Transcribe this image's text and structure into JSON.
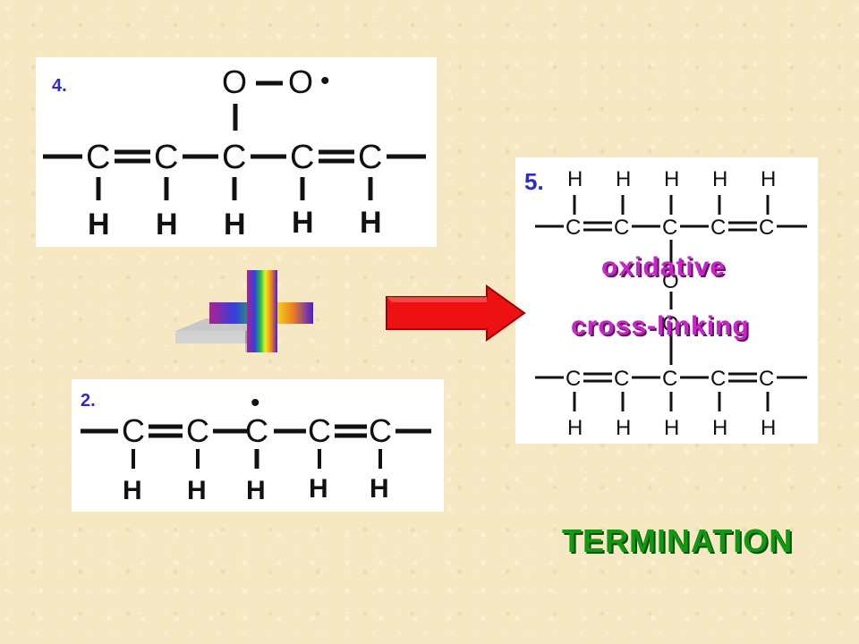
{
  "molecule_4": {
    "number": "4.",
    "carbons": [
      "C",
      "C",
      "C",
      "C",
      "C"
    ],
    "hydrogens": [
      "H",
      "H",
      "H",
      "H",
      "H"
    ],
    "oxygens": [
      "O",
      "O"
    ],
    "radical": "•"
  },
  "molecule_2": {
    "number": "2.",
    "carbons": [
      "C",
      "C",
      "C",
      "C",
      "C"
    ],
    "hydrogens": [
      "H",
      "H",
      "H",
      "H",
      "H"
    ],
    "radical": "•"
  },
  "molecule_5": {
    "number": "5.",
    "top_hydrogens": [
      "H",
      "H",
      "H",
      "H",
      "H"
    ],
    "top_carbons": [
      "C",
      "C",
      "C",
      "C",
      "C"
    ],
    "bridge": [
      "O",
      "O"
    ],
    "bottom_carbons": [
      "C",
      "C",
      "C",
      "C",
      "C"
    ],
    "bottom_hydrogens": [
      "H",
      "H",
      "H",
      "H",
      "H"
    ]
  },
  "labels": {
    "oxidative": "oxidative",
    "cross_linking": "cross-linking",
    "termination": "TERMINATION"
  },
  "colors": {
    "number_color": "#2b2bd0",
    "purple_text": "#cc22cc",
    "green_text": "#119911",
    "arrow": "#ee1111",
    "background": "#f7e8c4"
  },
  "icons": {
    "plus": "rainbow-plus-icon",
    "arrow": "red-right-arrow-icon"
  }
}
